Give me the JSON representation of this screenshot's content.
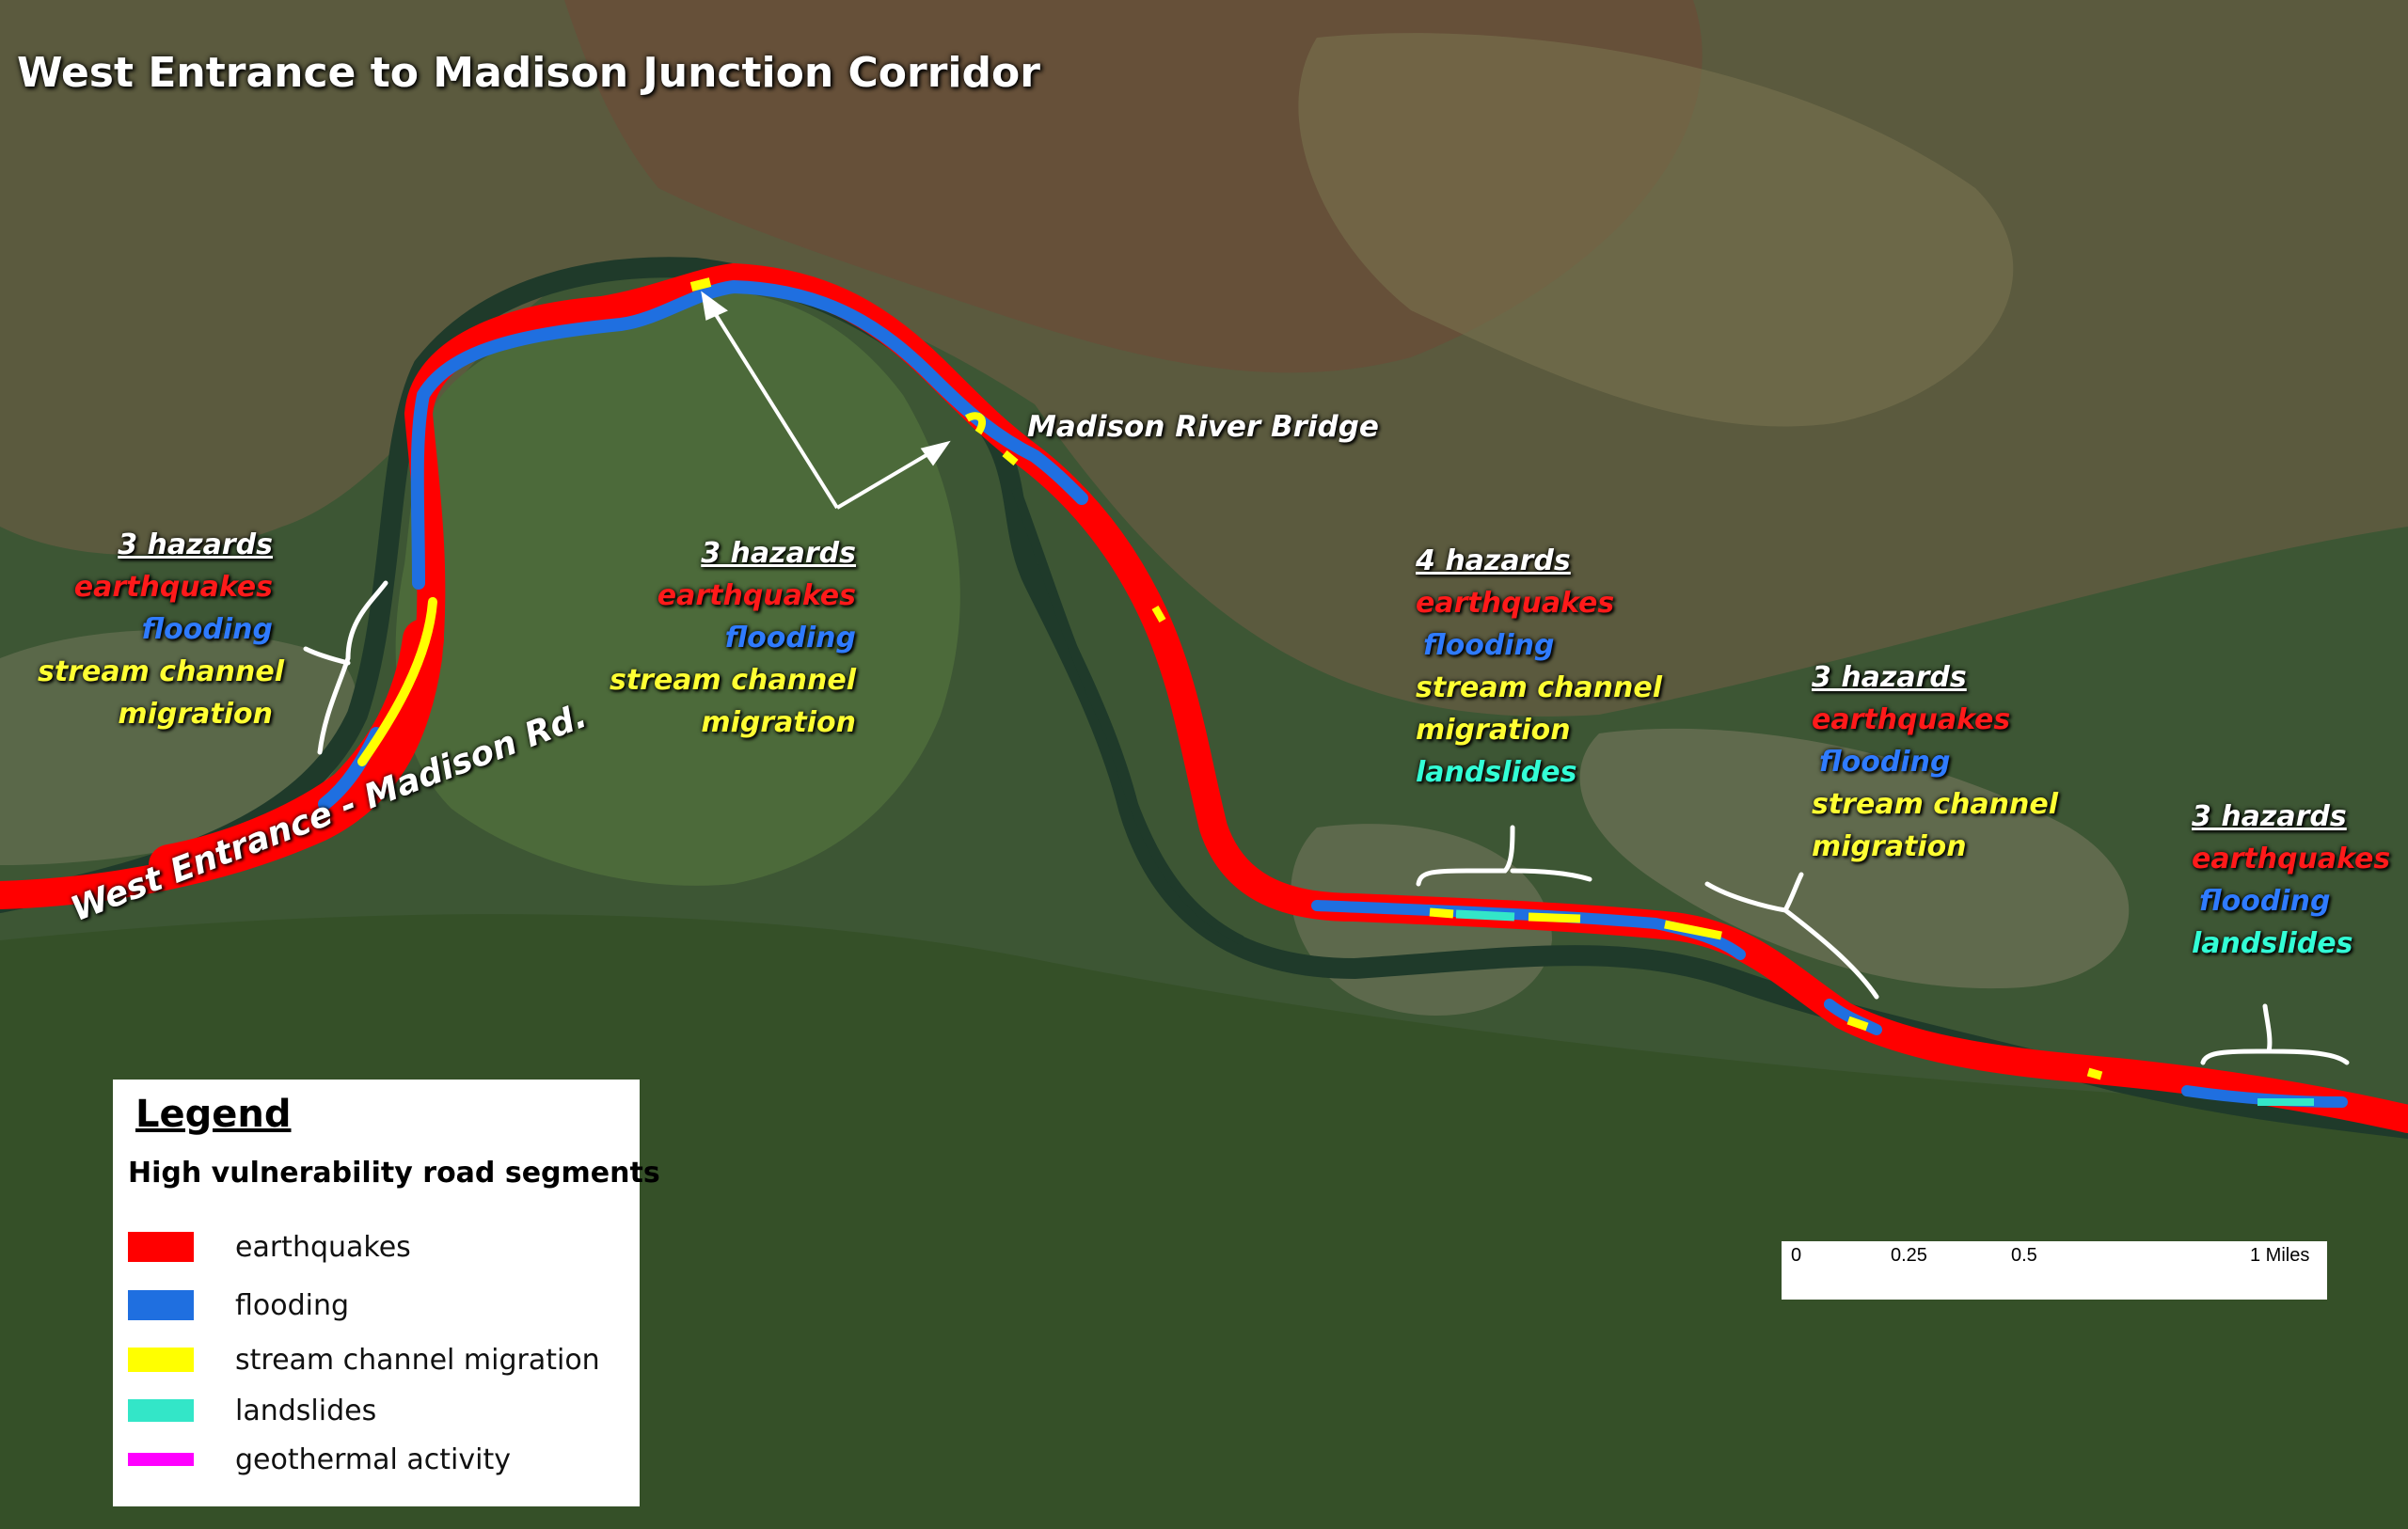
{
  "title": "West Entrance to Madison Junction Corridor",
  "labels": {
    "bridge": "Madison River Bridge",
    "road": "West Entrance - Madison Rd."
  },
  "hazard_groups": [
    {
      "count": "3 hazards",
      "items": [
        {
          "text": "earthquakes",
          "type": "earthquakes"
        },
        {
          "text": "flooding",
          "type": "flooding"
        },
        {
          "text": "stream channel",
          "type": "stream"
        },
        {
          "text": "migration",
          "type": "stream"
        }
      ]
    },
    {
      "count": "3 hazards",
      "items": [
        {
          "text": "earthquakes",
          "type": "earthquakes"
        },
        {
          "text": "flooding",
          "type": "flooding"
        },
        {
          "text": "stream channel",
          "type": "stream"
        },
        {
          "text": "migration",
          "type": "stream"
        }
      ]
    },
    {
      "count": "4 hazards",
      "items": [
        {
          "text": "earthquakes",
          "type": "earthquakes"
        },
        {
          "text": "flooding",
          "type": "flooding"
        },
        {
          "text": "stream channel",
          "type": "stream"
        },
        {
          "text": "migration",
          "type": "stream"
        },
        {
          "text": "landslides",
          "type": "landslides"
        }
      ]
    },
    {
      "count": "3 hazards",
      "items": [
        {
          "text": "earthquakes",
          "type": "earthquakes"
        },
        {
          "text": "flooding",
          "type": "flooding"
        },
        {
          "text": "stream channel",
          "type": "stream"
        },
        {
          "text": "migration",
          "type": "stream"
        }
      ]
    },
    {
      "count": "3 hazards",
      "items": [
        {
          "text": "earthquakes",
          "type": "earthquakes"
        },
        {
          "text": "flooding",
          "type": "flooding"
        },
        {
          "text": "landslides",
          "type": "landslides"
        }
      ]
    }
  ],
  "legend": {
    "title": "Legend",
    "subtitle": "High vulnerability road segments",
    "items": [
      {
        "label": "earthquakes",
        "color": "#ff0000"
      },
      {
        "label": "flooding",
        "color": "#1f6fe0"
      },
      {
        "label": "stream channel migration",
        "color": "#ffff00"
      },
      {
        "label": "landslides",
        "color": "#33e6c8"
      },
      {
        "label": "geothermal activity",
        "color": "#ff00ff"
      }
    ]
  },
  "scale_bar": {
    "ticks": [
      "0",
      "0.25",
      "0.5",
      "1 Miles"
    ]
  }
}
